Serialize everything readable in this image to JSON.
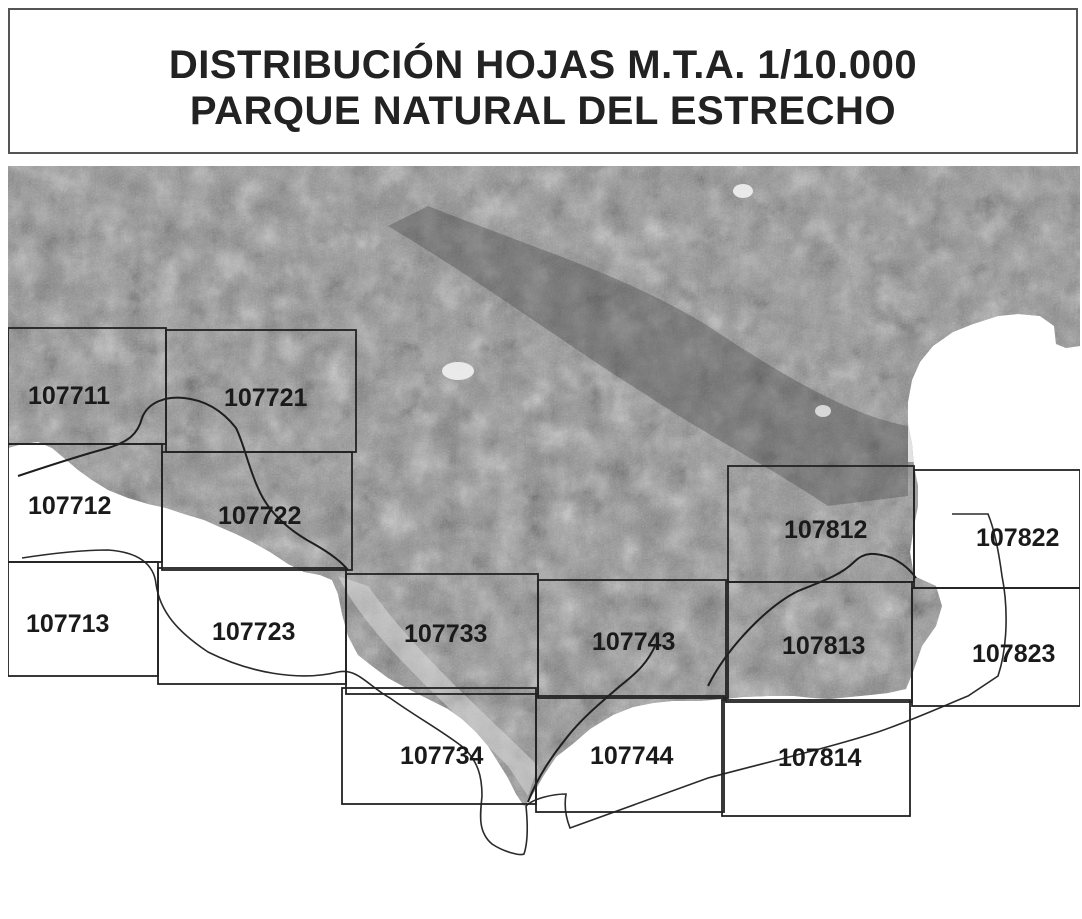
{
  "title": {
    "line1": "DISTRIBUCIÓN HOJAS M.T.A. 1/10.000",
    "line2": "PARQUE NATURAL DEL ESTRECHO"
  },
  "sheets": [
    {
      "id": "107711",
      "label": "107711"
    },
    {
      "id": "107721",
      "label": "107721"
    },
    {
      "id": "107712",
      "label": "107712"
    },
    {
      "id": "107722",
      "label": "107722"
    },
    {
      "id": "107713",
      "label": "107713"
    },
    {
      "id": "107723",
      "label": "107723"
    },
    {
      "id": "107733",
      "label": "107733"
    },
    {
      "id": "107743",
      "label": "107743"
    },
    {
      "id": "107734",
      "label": "107734"
    },
    {
      "id": "107744",
      "label": "107744"
    },
    {
      "id": "107812",
      "label": "107812"
    },
    {
      "id": "107813",
      "label": "107813"
    },
    {
      "id": "107814",
      "label": "107814"
    },
    {
      "id": "107822",
      "label": "107822"
    },
    {
      "id": "107823",
      "label": "107823"
    }
  ],
  "colors": {
    "land": "#8a8a8a",
    "land_dark": "#5e5e5e",
    "sea": "#ffffff",
    "grid": "#222222",
    "boundary": "#2a2a2a"
  }
}
